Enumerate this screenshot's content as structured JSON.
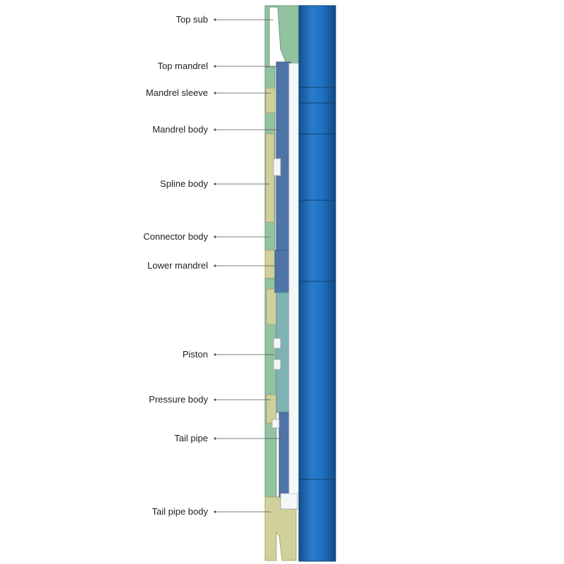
{
  "diagram": {
    "labels": [
      {
        "id": "top-sub",
        "text": "Top sub"
      },
      {
        "id": "top-mandrel",
        "text": "Top mandrel"
      },
      {
        "id": "mandrel-sleeve",
        "text": "Mandrel sleeve"
      },
      {
        "id": "mandrel-body",
        "text": "Mandrel body"
      },
      {
        "id": "spline-body",
        "text": "Spline body"
      },
      {
        "id": "connector-body",
        "text": "Connector body"
      },
      {
        "id": "lower-mandrel",
        "text": "Lower mandrel"
      },
      {
        "id": "piston",
        "text": "Piston"
      },
      {
        "id": "pressure-body",
        "text": "Pressure body"
      },
      {
        "id": "tail-pipe",
        "text": "Tail pipe"
      },
      {
        "id": "tail-pipe-body",
        "text": "Tail pipe body"
      }
    ],
    "colors": {
      "outer_green": "#93c2a0",
      "outer_tan": "#cfd09a",
      "mandrel_blue": "#4f74a8",
      "teal": "#7fb3b3",
      "bore_white": "#f4f7f8",
      "pipe_blue": "#1f6fbf",
      "pipe_dark": "#13508f",
      "pipe_highlight": "#4f95d6",
      "leader_line": "#555555",
      "text": "#222222"
    }
  }
}
